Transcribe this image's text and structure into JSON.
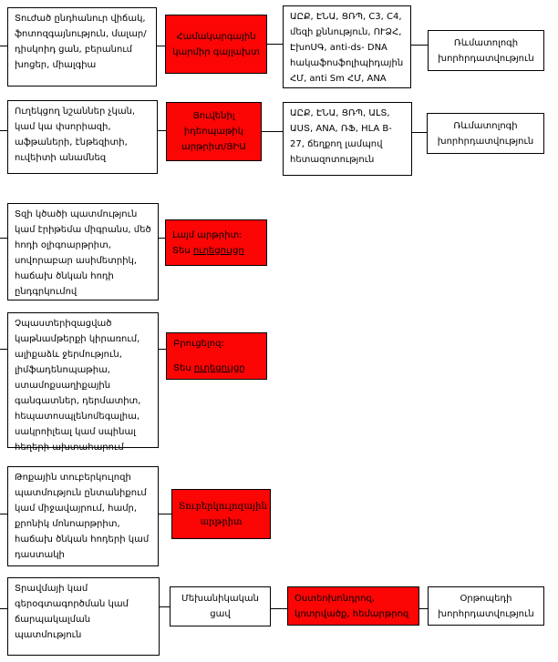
{
  "colors": {
    "diagnosis_fill": "#fb0505",
    "border": "#000000",
    "text": "#000000"
  },
  "rows": [
    {
      "findings": "Տուժած ընդհանուր վիճակ, ֆոտոզգայնություն, մալար/դիսկոիդ ցան, բերանում խոցեր, միալգիա",
      "diagnosis": "Համակարգային կարմիր գայլախտ",
      "tests": "ԱԸՔ, ԷՆԱ, ՑՌՊ, C3, C4, մեզի քննություն, ՈՒՁՀ, ԷխոՍԳ, anti-ds- DNA հակաֆոսֆոլիպիդային ՀՄ, anti Sm ՀՄ, ANA",
      "referral": "Ռևմատոլոգի խորհրդատվություն"
    },
    {
      "findings": "Ուղեկցող նշաններ չկան, կամ կա փսորիազի, աֆթաների, էնթեզիտի, ուվեիտի անամնեզ",
      "diagnosis": "Յուվենիլ իդեոպաթիկ արթրիտ/ՅԻԱ",
      "tests": "ԱԸՔ, ԷՆԱ, ՑՌՊ, ԱԼՏ, ԱՍՏ, ANA, ՌՖ, HLA B-27, ճեղքող լամպով հետազոտություն",
      "referral": "Ռևմատոլոգի խորհրդատվություն"
    },
    {
      "findings": "Տզի կծածի պատմություն կամ էրիթեմա միգրանս, մեծ հոդի օլիգոարթրիտ, սովորաբար ասիմետրիկ, հաճախ ծնկան հոդի ընդգրկումով",
      "diagnosis": "Լայմ արթրիտ:",
      "see_prefix": "Տես ",
      "see_link": "ուղեցույցը"
    },
    {
      "findings": "Չպաստերիզացված կաթնամթերքի կիրառում, ալիքաձև ջերմություն, լիմֆադենոպաթիա, ստամոքսաղիքային գանգատներ, դերմատիտ, հեպատոսպլենոմեգալիա, սակրոիլեալ կամ սպինալ հեղերի ախտահարում",
      "diagnosis": "Բրուցելոզ:",
      "see_prefix": "Տես ",
      "see_link": "ուղեցույցը"
    },
    {
      "findings": "Թոքային տուբերկուլոզի պատմություն ընտանիքում կամ միջավայրում, համր, քրոնիկ մոնոարթրիտ, հաճախ ծնկան հոդերի կամ դաստակի",
      "diagnosis": "Տուբերկուլոզային արթրիտ"
    },
    {
      "findings": "Տրավմայի կամ գերօգտագործման կամ ճարպակալման պատմություն",
      "mechanism": "Մեխանիկական ցավ",
      "diagnosis": "Օստեոխոնդրոզ, կոտրվածք, հեմարթրոզ",
      "referral": "Օրթոպեդի խորհրդատվություն"
    }
  ]
}
